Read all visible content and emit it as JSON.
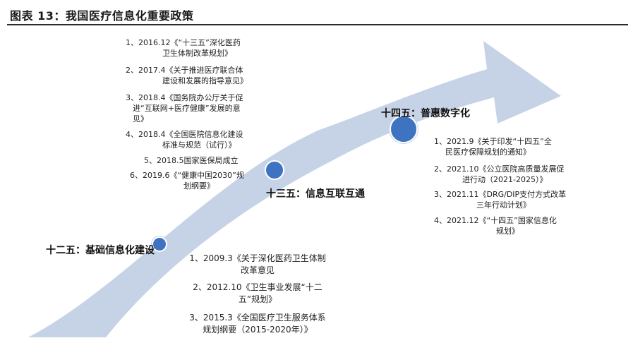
{
  "title": "图表 13：我国医疗信息化重要政策",
  "colors": {
    "arrow": "#c6d3e6",
    "dot": "#3e73c1",
    "dot_ring": "#ffffff",
    "rule": "#2b2b2b"
  },
  "stages": [
    {
      "label": "十二五：基础信息化建设",
      "items": [
        [
          "1、2009.3《关于深化医药卫生体制",
          "改革意见"
        ],
        [
          "2、2012.10《卫生事业发展“十二",
          "五”规划》"
        ],
        [
          "3、2015.3《全国医疗卫生服务体系",
          "规划纲要（2015-2020年）》"
        ]
      ]
    },
    {
      "label": "十三五：信息互联互通",
      "items": [
        [
          "1、2016.12《“十三五”深化医药",
          "卫生体制改革规划》"
        ],
        [
          "2、2017.4《关于推进医疗联合体",
          "建设和发展的指导意见》"
        ],
        [
          "3、2018.4《国务院办公厅关于促",
          "进“互联网+医疗健康”发展的意",
          "见》"
        ],
        [
          "4、2018.4《全国医院信息化建设",
          "标准与规范（试行）》"
        ],
        [
          "5、2018.5国家医保局成立"
        ],
        [
          "6、2019.6《“健康中国2030”规",
          "划纲要》"
        ]
      ]
    },
    {
      "label": "十四五：普惠数字化",
      "items": [
        [
          "1、2021.9《关于印发“十四五”全",
          "民医疗保障规划的通知》"
        ],
        [
          "2、2021.10《公立医院高质量发展促",
          "进行动（2021-2025）》"
        ],
        [
          "3、2021.11《DRG/DIP支付方式改革",
          "三年行动计划》"
        ],
        [
          "4、2021.12《“十四五”国家信息化",
          "规划》"
        ]
      ]
    }
  ]
}
